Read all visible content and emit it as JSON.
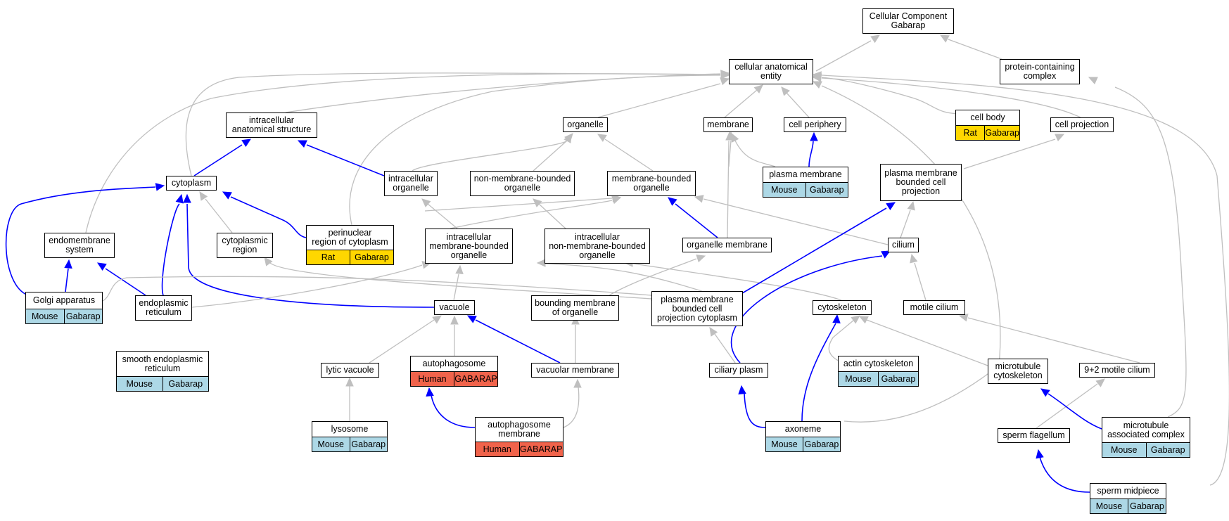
{
  "colors": {
    "is_a_edge": "#bfbfbf",
    "part_of_edge": "#0000ff",
    "mouse": "#add8e6",
    "rat": "#ffd700",
    "human": "#f0634b"
  },
  "nodes": {
    "root": {
      "label": "Cellular Component\nGabarap"
    },
    "cellular_anatomical_entity": {
      "label": "cellular anatomical\nentity"
    },
    "protein_containing_complex": {
      "label": "protein-containing\ncomplex"
    },
    "intracellular_anatomical_structure": {
      "label": "intracellular\nanatomical structure"
    },
    "organelle": {
      "label": "organelle"
    },
    "membrane": {
      "label": "membrane"
    },
    "cell_periphery": {
      "label": "cell periphery"
    },
    "cell_body": {
      "label": "cell body",
      "species": "Rat",
      "gene": "Gabarap"
    },
    "cell_projection": {
      "label": "cell projection"
    },
    "cytoplasm": {
      "label": "cytoplasm"
    },
    "intracellular_organelle": {
      "label": "intracellular\norganelle"
    },
    "non_membrane_bounded_organelle": {
      "label": "non-membrane-bounded\norganelle"
    },
    "membrane_bounded_organelle": {
      "label": "membrane-bounded\norganelle"
    },
    "plasma_membrane": {
      "label": "plasma membrane",
      "species": "Mouse",
      "gene": "Gabarap"
    },
    "plasma_membrane_bounded_cell_projection": {
      "label": "plasma membrane\nbounded cell\nprojection"
    },
    "endomembrane_system": {
      "label": "endomembrane\nsystem"
    },
    "cytoplasmic_region": {
      "label": "cytoplasmic\nregion"
    },
    "perinuclear_region": {
      "label": "perinuclear\nregion of cytoplasm",
      "species": "Rat",
      "gene": "Gabarap"
    },
    "intracellular_membrane_bounded_organelle": {
      "label": "intracellular\nmembrane-bounded\norganelle"
    },
    "intracellular_non_membrane_bounded_organelle": {
      "label": "intracellular\nnon-membrane-bounded\norganelle"
    },
    "organelle_membrane": {
      "label": "organelle membrane"
    },
    "cilium": {
      "label": "cilium"
    },
    "golgi_apparatus": {
      "label": "Golgi apparatus",
      "species": "Mouse",
      "gene": "Gabarap"
    },
    "endoplasmic_reticulum": {
      "label": "endoplasmic\nreticulum"
    },
    "vacuole": {
      "label": "vacuole"
    },
    "bounding_membrane_of_organelle": {
      "label": "bounding membrane\nof organelle"
    },
    "pm_bounded_cell_projection_cytoplasm": {
      "label": "plasma membrane\nbounded cell\nprojection cytoplasm"
    },
    "cytoskeleton": {
      "label": "cytoskeleton"
    },
    "motile_cilium": {
      "label": "motile cilium"
    },
    "smooth_er": {
      "label": "smooth endoplasmic\nreticulum",
      "species": "Mouse",
      "gene": "Gabarap"
    },
    "lytic_vacuole": {
      "label": "lytic vacuole"
    },
    "autophagosome": {
      "label": "autophagosome",
      "species": "Human",
      "gene": "GABARAP"
    },
    "vacuolar_membrane": {
      "label": "vacuolar membrane"
    },
    "ciliary_plasm": {
      "label": "ciliary plasm"
    },
    "actin_cytoskeleton": {
      "label": "actin cytoskeleton",
      "species": "Mouse",
      "gene": "Gabarap"
    },
    "microtubule_cytoskeleton": {
      "label": "microtubule\ncytoskeleton"
    },
    "nine_plus_two_motile_cilium": {
      "label": "9+2 motile cilium"
    },
    "lysosome": {
      "label": "lysosome",
      "species": "Mouse",
      "gene": "Gabarap"
    },
    "autophagosome_membrane": {
      "label": "autophagosome\nmembrane",
      "species": "Human",
      "gene": "GABARAP"
    },
    "axoneme": {
      "label": "axoneme",
      "species": "Mouse",
      "gene": "Gabarap"
    },
    "sperm_flagellum": {
      "label": "sperm flagellum"
    },
    "microtubule_associated_complex": {
      "label": "microtubule\nassociated complex",
      "species": "Mouse",
      "gene": "Gabarap"
    },
    "sperm_midpiece": {
      "label": "sperm midpiece",
      "species": "Mouse",
      "gene": "Gabarap"
    }
  }
}
